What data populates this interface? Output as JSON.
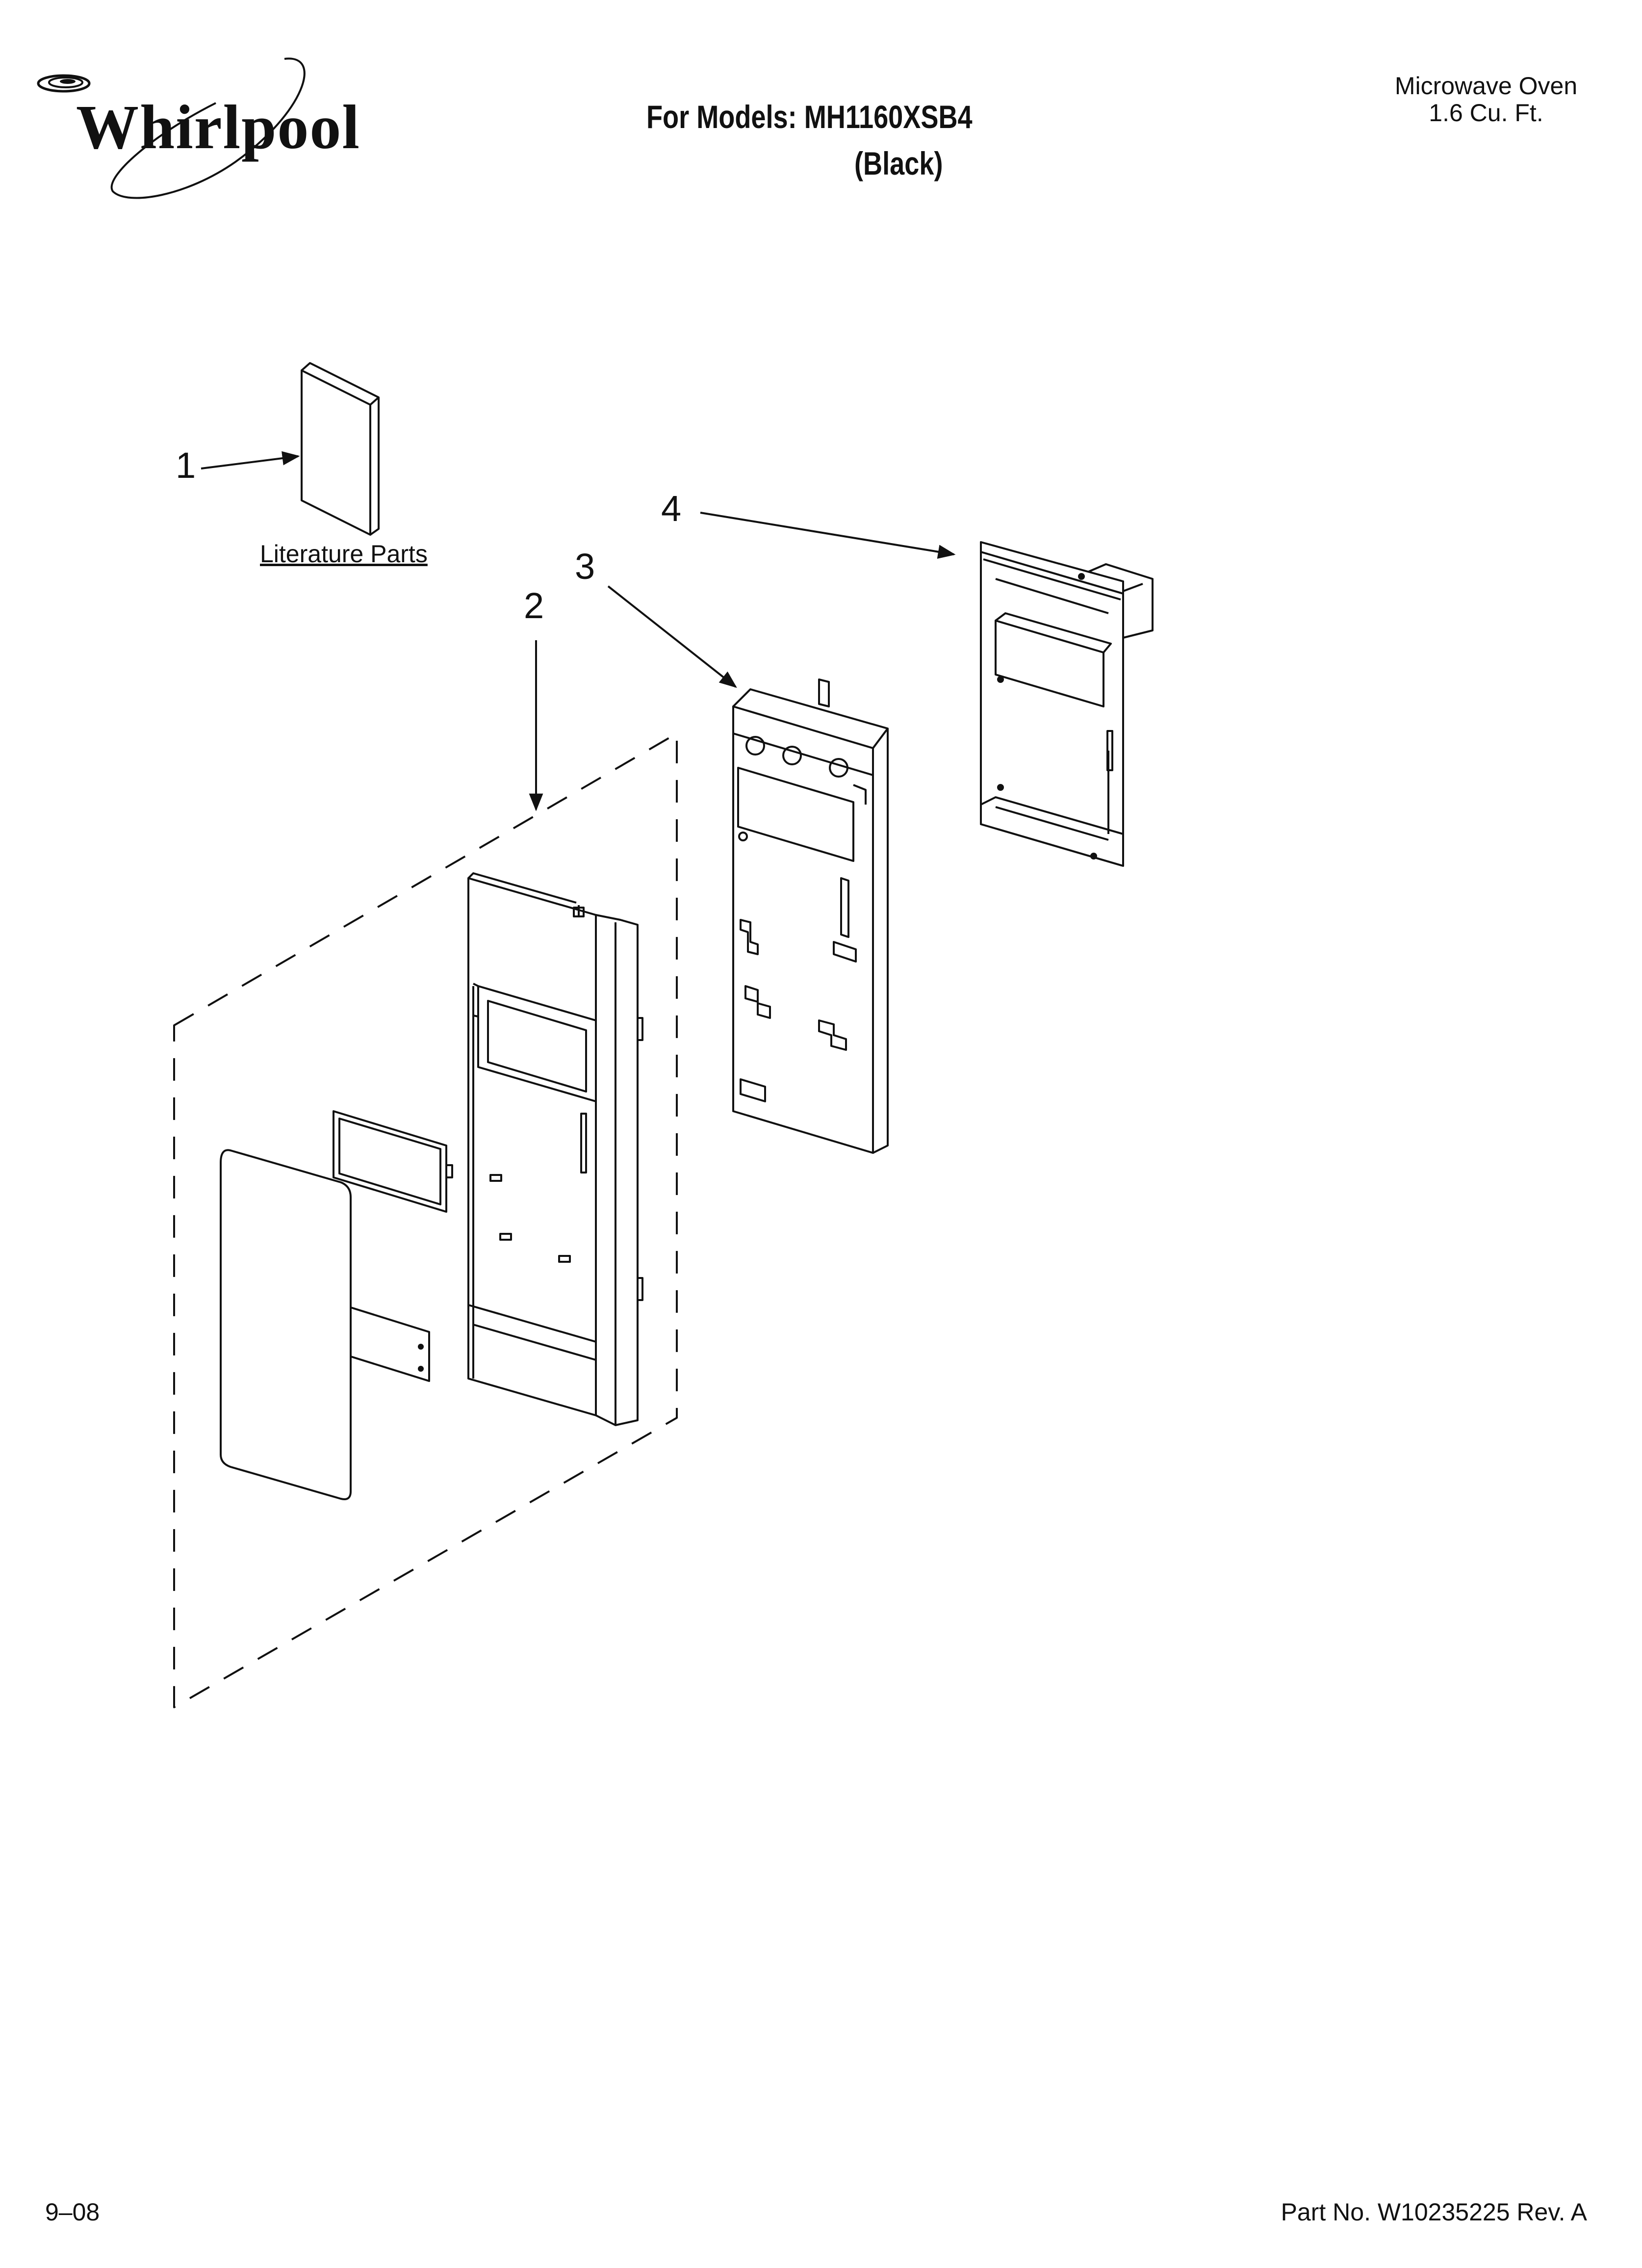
{
  "header": {
    "brand": "Whirlpool",
    "models_line": "For Models: MH1160XSB4",
    "color_line": "(Black)",
    "product_type": "Microwave Oven",
    "capacity": "1.6 Cu. Ft."
  },
  "callouts": {
    "c1": "1",
    "c2": "2",
    "c3": "3",
    "c4": "4"
  },
  "labels": {
    "literature": "Literature Parts"
  },
  "footer": {
    "date": "9–08",
    "part_number": "Part No. W10235225 Rev. A"
  },
  "colors": {
    "line": "#111111",
    "background": "#ffffff"
  }
}
